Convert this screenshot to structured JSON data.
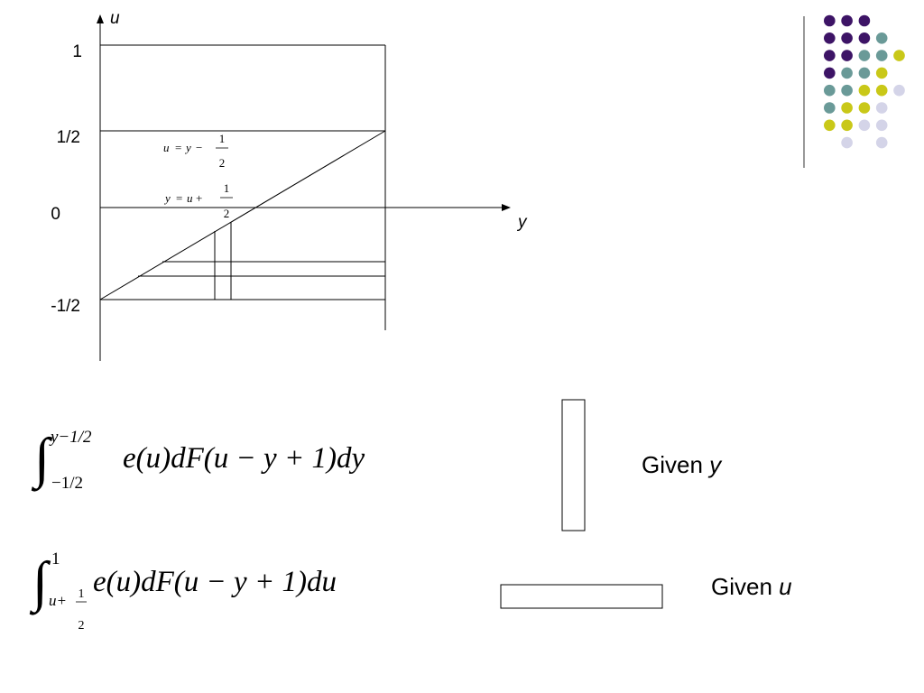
{
  "graph": {
    "axis_u_label": "u",
    "axis_y_label": "y",
    "tick_1": "1",
    "tick_half": "1/2",
    "tick_0": "0",
    "tick_neg_half": "-1/2",
    "line1_lhs": "u",
    "line1_eq": "=",
    "line1_mid": "y",
    "line1_op": "−",
    "line1_num": "1",
    "line1_den": "2",
    "line2_lhs": "y",
    "line2_eq": "=",
    "line2_mid": "u",
    "line2_op": "+",
    "line2_num": "1",
    "line2_den": "2"
  },
  "formula1": {
    "upper": "y−1/2",
    "lower": "−1/2",
    "body": "e(u)dF(u − y + 1)dy"
  },
  "formula2": {
    "upper": "1",
    "lower_var": "u+",
    "lower_num": "1",
    "lower_den": "2",
    "body": "e(u)dF(u − y + 1)du"
  },
  "captions": {
    "given_y_word": "Given",
    "given_y_var": "y",
    "given_u_word": "Given",
    "given_u_var": "u"
  },
  "colors": {
    "purple": "#3d1466",
    "teal": "#6a9a98",
    "yellow": "#c9c818",
    "lavender": "#d4d4e8"
  }
}
